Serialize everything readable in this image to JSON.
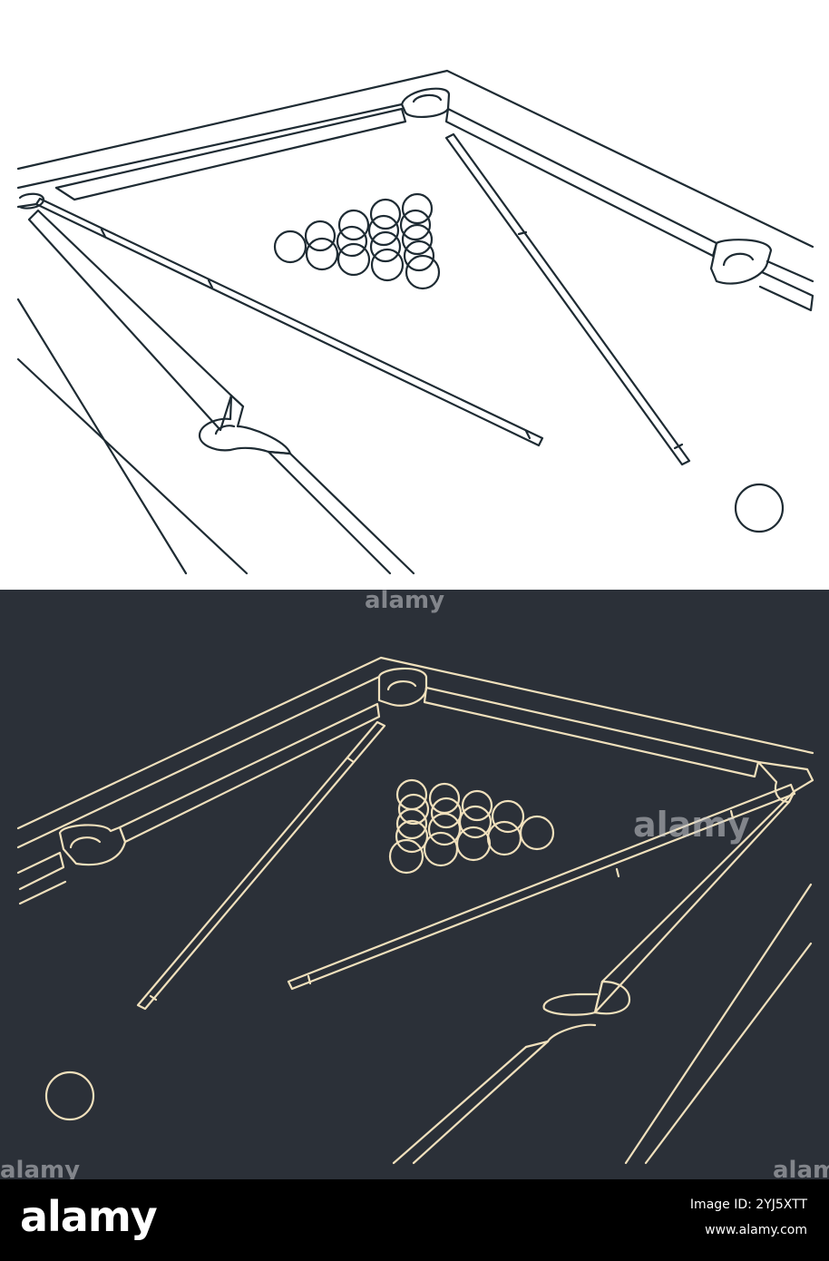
{
  "panels": {
    "light": {
      "background": "#ffffff",
      "stroke": "#1e2b33",
      "fill": "#ffffff"
    },
    "dark": {
      "background": "#2b3038",
      "stroke": "#f0e0bc",
      "fill": "#2b3038"
    }
  },
  "watermark": {
    "text": "alamy",
    "color": "#c9ccd0"
  },
  "footer": {
    "background": "#000000",
    "logo": "alamy",
    "image_id": "Image ID: 2YJ5XTT",
    "site": "www.alamy.com"
  }
}
